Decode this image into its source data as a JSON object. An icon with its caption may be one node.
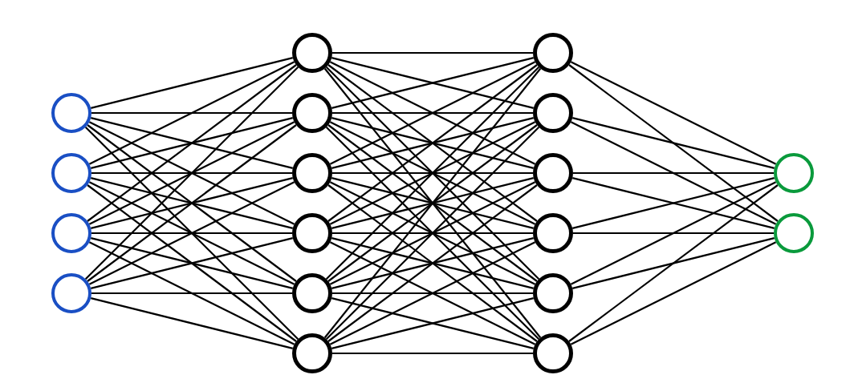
{
  "diagram": {
    "nodes": [
      {
        "text": [],
        "shape": "circle"
      },
      {
        "text": [],
        "shape": "circle"
      },
      {
        "text": [],
        "shape": "circle"
      },
      {
        "text": [],
        "shape": "circle"
      },
      {
        "text": [],
        "shape": "circle"
      },
      {
        "text": [],
        "shape": "circle"
      },
      {
        "text": [],
        "shape": "circle"
      },
      {
        "text": [],
        "shape": "circle"
      },
      {
        "text": [],
        "shape": "circle"
      },
      {
        "text": [],
        "shape": "circle"
      },
      {
        "text": [],
        "shape": "circle"
      },
      {
        "text": [],
        "shape": "circle"
      },
      {
        "text": [],
        "shape": "circle"
      },
      {
        "text": [],
        "shape": "circle"
      },
      {
        "text": [],
        "shape": "circle"
      },
      {
        "text": [],
        "shape": "circle"
      },
      {
        "text": [],
        "shape": "circle"
      },
      {
        "text": [],
        "shape": "circle"
      }
    ],
    "edges": [
      {
        "from": 0,
        "to": 4,
        "arrow": "none"
      },
      {
        "from": 0,
        "to": 5,
        "arrow": "none"
      },
      {
        "from": 0,
        "to": 6,
        "arrow": "none"
      },
      {
        "from": 0,
        "to": 7,
        "arrow": "none"
      },
      {
        "from": 0,
        "to": 8,
        "arrow": "none"
      },
      {
        "from": 0,
        "to": 9,
        "arrow": "none"
      },
      {
        "from": 1,
        "to": 4,
        "arrow": "none"
      },
      {
        "from": 1,
        "to": 5,
        "arrow": "none"
      },
      {
        "from": 1,
        "to": 6,
        "arrow": "none"
      },
      {
        "from": 1,
        "to": 7,
        "arrow": "none"
      },
      {
        "from": 1,
        "to": 8,
        "arrow": "none"
      },
      {
        "from": 1,
        "to": 9,
        "arrow": "none"
      },
      {
        "from": 2,
        "to": 4,
        "arrow": "none"
      },
      {
        "from": 2,
        "to": 5,
        "arrow": "none"
      },
      {
        "from": 2,
        "to": 6,
        "arrow": "none"
      },
      {
        "from": 2,
        "to": 7,
        "arrow": "none"
      },
      {
        "from": 2,
        "to": 8,
        "arrow": "none"
      },
      {
        "from": 2,
        "to": 9,
        "arrow": "none"
      },
      {
        "from": 3,
        "to": 4,
        "arrow": "none"
      },
      {
        "from": 3,
        "to": 5,
        "arrow": "none"
      },
      {
        "from": 3,
        "to": 6,
        "arrow": "none"
      },
      {
        "from": 3,
        "to": 7,
        "arrow": "none"
      },
      {
        "from": 3,
        "to": 8,
        "arrow": "none"
      },
      {
        "from": 3,
        "to": 9,
        "arrow": "none"
      },
      {
        "from": 4,
        "to": 10,
        "arrow": "none"
      },
      {
        "from": 4,
        "to": 11,
        "arrow": "none"
      },
      {
        "from": 4,
        "to": 12,
        "arrow": "none"
      },
      {
        "from": 4,
        "to": 13,
        "arrow": "none"
      },
      {
        "from": 4,
        "to": 14,
        "arrow": "none"
      },
      {
        "from": 4,
        "to": 15,
        "arrow": "none"
      },
      {
        "from": 5,
        "to": 10,
        "arrow": "none"
      },
      {
        "from": 5,
        "to": 11,
        "arrow": "none"
      },
      {
        "from": 5,
        "to": 12,
        "arrow": "none"
      },
      {
        "from": 5,
        "to": 13,
        "arrow": "none"
      },
      {
        "from": 5,
        "to": 14,
        "arrow": "none"
      },
      {
        "from": 5,
        "to": 15,
        "arrow": "none"
      },
      {
        "from": 6,
        "to": 10,
        "arrow": "none"
      },
      {
        "from": 6,
        "to": 11,
        "arrow": "none"
      },
      {
        "from": 6,
        "to": 12,
        "arrow": "none"
      },
      {
        "from": 6,
        "to": 13,
        "arrow": "none"
      },
      {
        "from": 6,
        "to": 14,
        "arrow": "none"
      },
      {
        "from": 6,
        "to": 15,
        "arrow": "none"
      },
      {
        "from": 7,
        "to": 10,
        "arrow": "none"
      },
      {
        "from": 7,
        "to": 11,
        "arrow": "none"
      },
      {
        "from": 7,
        "to": 12,
        "arrow": "none"
      },
      {
        "from": 7,
        "to": 13,
        "arrow": "none"
      },
      {
        "from": 7,
        "to": 14,
        "arrow": "none"
      },
      {
        "from": 7,
        "to": 15,
        "arrow": "none"
      },
      {
        "from": 8,
        "to": 10,
        "arrow": "none"
      },
      {
        "from": 8,
        "to": 11,
        "arrow": "none"
      },
      {
        "from": 8,
        "to": 12,
        "arrow": "none"
      },
      {
        "from": 8,
        "to": 13,
        "arrow": "none"
      },
      {
        "from": 8,
        "to": 14,
        "arrow": "none"
      },
      {
        "from": 8,
        "to": 15,
        "arrow": "none"
      },
      {
        "from": 9,
        "to": 10,
        "arrow": "none"
      },
      {
        "from": 9,
        "to": 11,
        "arrow": "none"
      },
      {
        "from": 9,
        "to": 12,
        "arrow": "none"
      },
      {
        "from": 9,
        "to": 13,
        "arrow": "none"
      },
      {
        "from": 9,
        "to": 14,
        "arrow": "none"
      },
      {
        "from": 9,
        "to": 15,
        "arrow": "none"
      },
      {
        "from": 10,
        "to": 16,
        "arrow": "none"
      },
      {
        "from": 10,
        "to": 17,
        "arrow": "none"
      },
      {
        "from": 11,
        "to": 16,
        "arrow": "none"
      },
      {
        "from": 11,
        "to": 17,
        "arrow": "none"
      },
      {
        "from": 12,
        "to": 16,
        "arrow": "none"
      },
      {
        "from": 12,
        "to": 17,
        "arrow": "none"
      },
      {
        "from": 13,
        "to": 16,
        "arrow": "none"
      },
      {
        "from": 13,
        "to": 17,
        "arrow": "none"
      },
      {
        "from": 14,
        "to": 16,
        "arrow": "none"
      },
      {
        "from": 14,
        "to": 17,
        "arrow": "none"
      },
      {
        "from": 15,
        "to": 16,
        "arrow": "none"
      },
      {
        "from": 15,
        "to": 17,
        "arrow": "none"
      }
    ]
  }
}
